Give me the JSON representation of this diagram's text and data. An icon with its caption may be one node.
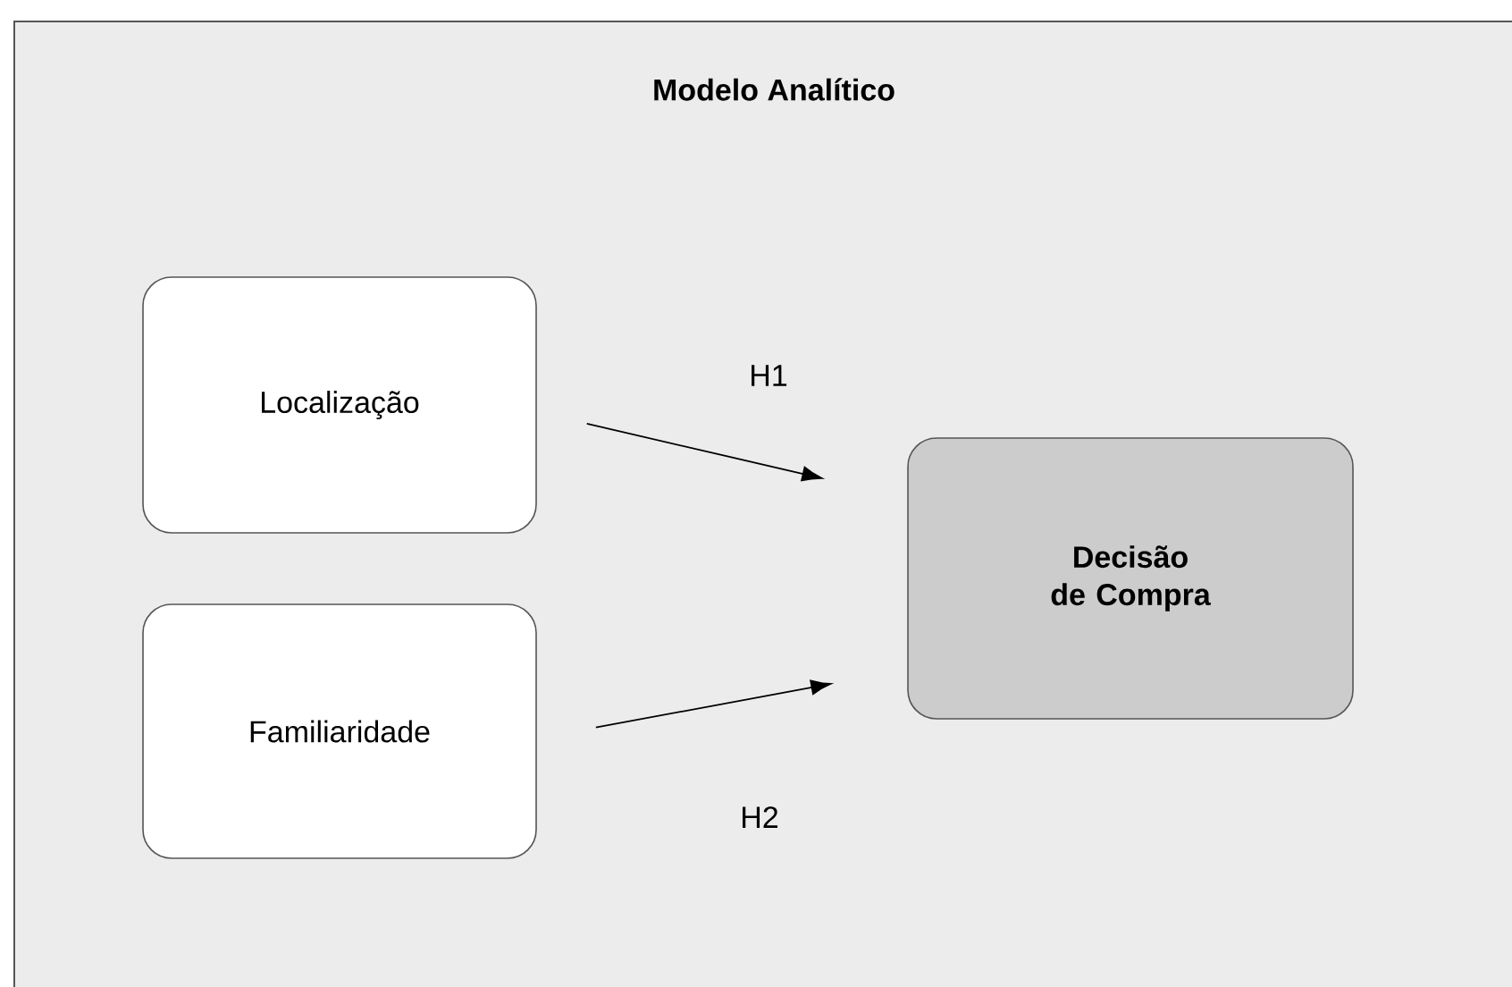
{
  "diagram": {
    "nodes": [
      {
        "text": [
          "Modelo Analítico"
        ]
      },
      {
        "text": [
          "Localização"
        ],
        "in": 0
      },
      {
        "text": [
          "Familiaridade"
        ],
        "in": 0
      },
      {
        "text": [
          "Decisão de Compra"
        ],
        "in": 0
      }
    ],
    "edges": [
      {
        "from": 1,
        "to": 3,
        "arrow": "to",
        "label": "H1"
      },
      {
        "from": 2,
        "to": 3,
        "arrow": "to",
        "label": "H2"
      }
    ]
  }
}
